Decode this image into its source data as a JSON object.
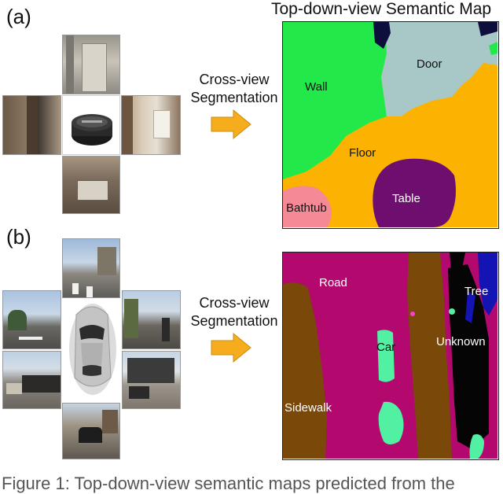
{
  "panel_a": {
    "label": "(a)",
    "title": "Top-down-view Semantic Map",
    "cross_view_line1": "Cross-view",
    "cross_view_line2": "Segmentation",
    "map_labels": {
      "wall": "Wall",
      "door": "Door",
      "floor": "Floor",
      "table": "Table",
      "bathtub": "Bathtub"
    },
    "colors": {
      "wall": "#22e84a",
      "door": "#a8c8c8",
      "floor": "#fbb200",
      "table": "#6e0f70",
      "bathtub": "#f58a96",
      "dark": "#0e0e3c",
      "arrow": "#f5ad1e"
    }
  },
  "panel_b": {
    "label": "(b)",
    "cross_view_line1": "Cross-view",
    "cross_view_line2": "Segmentation",
    "map_labels": {
      "road": "Road",
      "tree": "Tree",
      "car": "Car",
      "unknown": "Unknown",
      "sidewalk": "Sidewalk"
    },
    "colors": {
      "road": "#b3086e",
      "sidewalk": "#7a4808",
      "car": "#52f0a2",
      "unknown": "#050505",
      "tree": "#1414b4"
    }
  },
  "caption": "Figure 1: Top-down-view semantic maps predicted from the"
}
